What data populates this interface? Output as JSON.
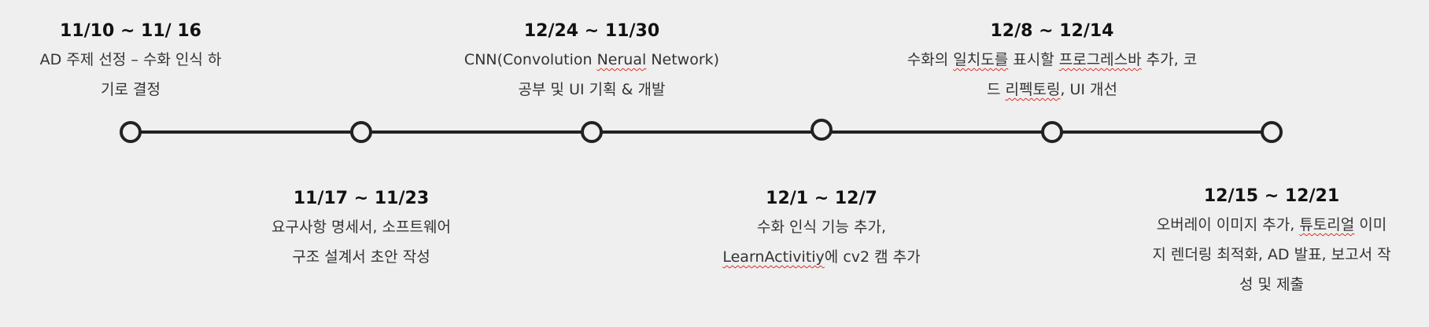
{
  "events": [
    {
      "date": "11/10 ~ 11/ 16",
      "desc": [
        "AD 주제 선정 – 수화 인식 하",
        "기로 결정"
      ]
    },
    {
      "date": "11/17 ~ 11/23",
      "desc": [
        "요구사항 명세서, 소프트웨어",
        "구조 설계서 초안 작성"
      ]
    },
    {
      "date": "12/24 ~ 11/30",
      "desc_parts": [
        "CNN(Convolution ",
        "Nerual",
        " Network)"
      ],
      "desc2": "공부 및 UI 기획 & 개발"
    },
    {
      "date": "12/1 ~ 12/7",
      "desc1": "수화 인식 기능 추가,",
      "desc2_parts": [
        "LearnActivitiy",
        "에 cv2 캠 추가"
      ]
    },
    {
      "date": "12/8 ~ 12/14",
      "desc1_parts": [
        "수화의 ",
        "일치도를",
        " 표시할 ",
        "프로그레스바",
        " 추가, 코"
      ],
      "desc2_parts": [
        "드 ",
        "리펙토링",
        ", UI 개선"
      ]
    },
    {
      "date": "12/15 ~ 12/21",
      "desc1_parts": [
        "오버레이 이미지 추가, ",
        "튜토리얼",
        " 이미"
      ],
      "desc2": "지 렌더링 최적화, AD 발표, 보고서 작",
      "desc3": "성 및 제출"
    }
  ]
}
